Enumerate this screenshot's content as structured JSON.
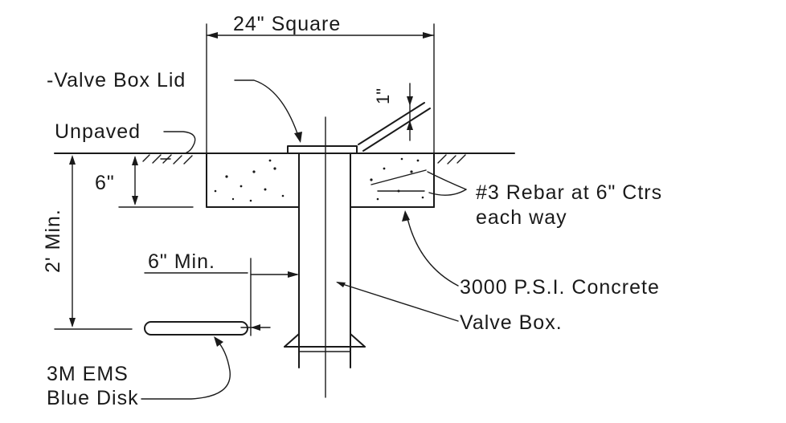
{
  "diagram": {
    "labels": {
      "width_dim": "24\" Square",
      "valve_box_lid": "-Valve Box Lid",
      "unpaved": "Unpaved",
      "slab_depth": "6\"",
      "cover_depth": "2' Min.",
      "offset": "6\" Min.",
      "rebar_line1": "#3 Rebar at 6\" Ctrs",
      "rebar_line2": "each way",
      "concrete": "3000 P.S.I. Concrete",
      "valve_box": "Valve Box.",
      "disk_line1": "3M EMS",
      "disk_line2": "Blue Disk",
      "pipe_dim": "1\""
    },
    "colors": {
      "ink": "#1a1a1a",
      "paper": "#ffffff"
    }
  }
}
